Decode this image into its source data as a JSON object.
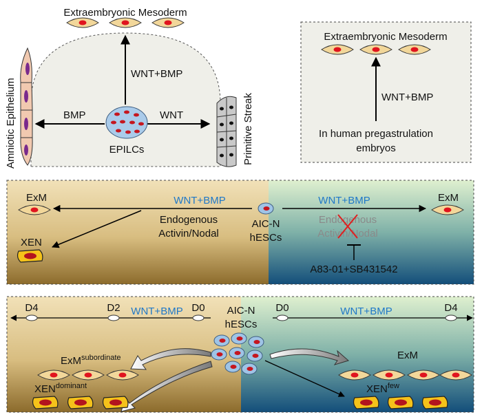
{
  "top_left": {
    "extraembryonic_mesoderm": "Extraembryonic Mesoderm",
    "amniotic_epithelium": "Amniotic Epithelium",
    "primitive_streak": "Primitive Streak",
    "wnt_bmp": "WNT+BMP",
    "bmp": "BMP",
    "wnt": "WNT",
    "epilcs": "EPILCs"
  },
  "top_right": {
    "extraembryonic_mesoderm": "Extraembryonic Mesoderm",
    "wnt_bmp": "WNT+BMP",
    "caption_line1": "In human pregastrulation",
    "caption_line2": "embryos"
  },
  "middle": {
    "exm_left": "ExM",
    "exm_right": "ExM",
    "xen": "XEN",
    "wnt_bmp_left": "WNT+BMP",
    "wnt_bmp_right": "WNT+BMP",
    "endogenous_left": "Endogenous",
    "activin_left": "Activin/Nodal",
    "endogenous_right": "Endogenous",
    "activin_right": "Activin/Nodal",
    "aic_n": "AIC-N",
    "hescs": "hESCs",
    "inhibitors": "A83-01+SB431542"
  },
  "bottom": {
    "d4_left": "D4",
    "d2": "D2",
    "d0_left": "D0",
    "d0_right": "D0",
    "d4_right": "D4",
    "wnt_bmp_left": "WNT+BMP",
    "wnt_bmp_right": "WNT+BMP",
    "aic_n": "AIC-N",
    "hescs": "hESCs",
    "exm_left": "ExM",
    "exm_left_sup": "subordinate",
    "xen_left": "XEN",
    "xen_left_sup": "dominant",
    "exm_right": "ExM",
    "xen_right": "XEN",
    "xen_right_sup": "few"
  },
  "colors": {
    "cell_fill": "#f2d79a",
    "nucleus": "#e0141e",
    "xen_fill": "#f5c21a",
    "xen_nucleus": "#b3141e",
    "accent_blue": "#1f78c8"
  }
}
